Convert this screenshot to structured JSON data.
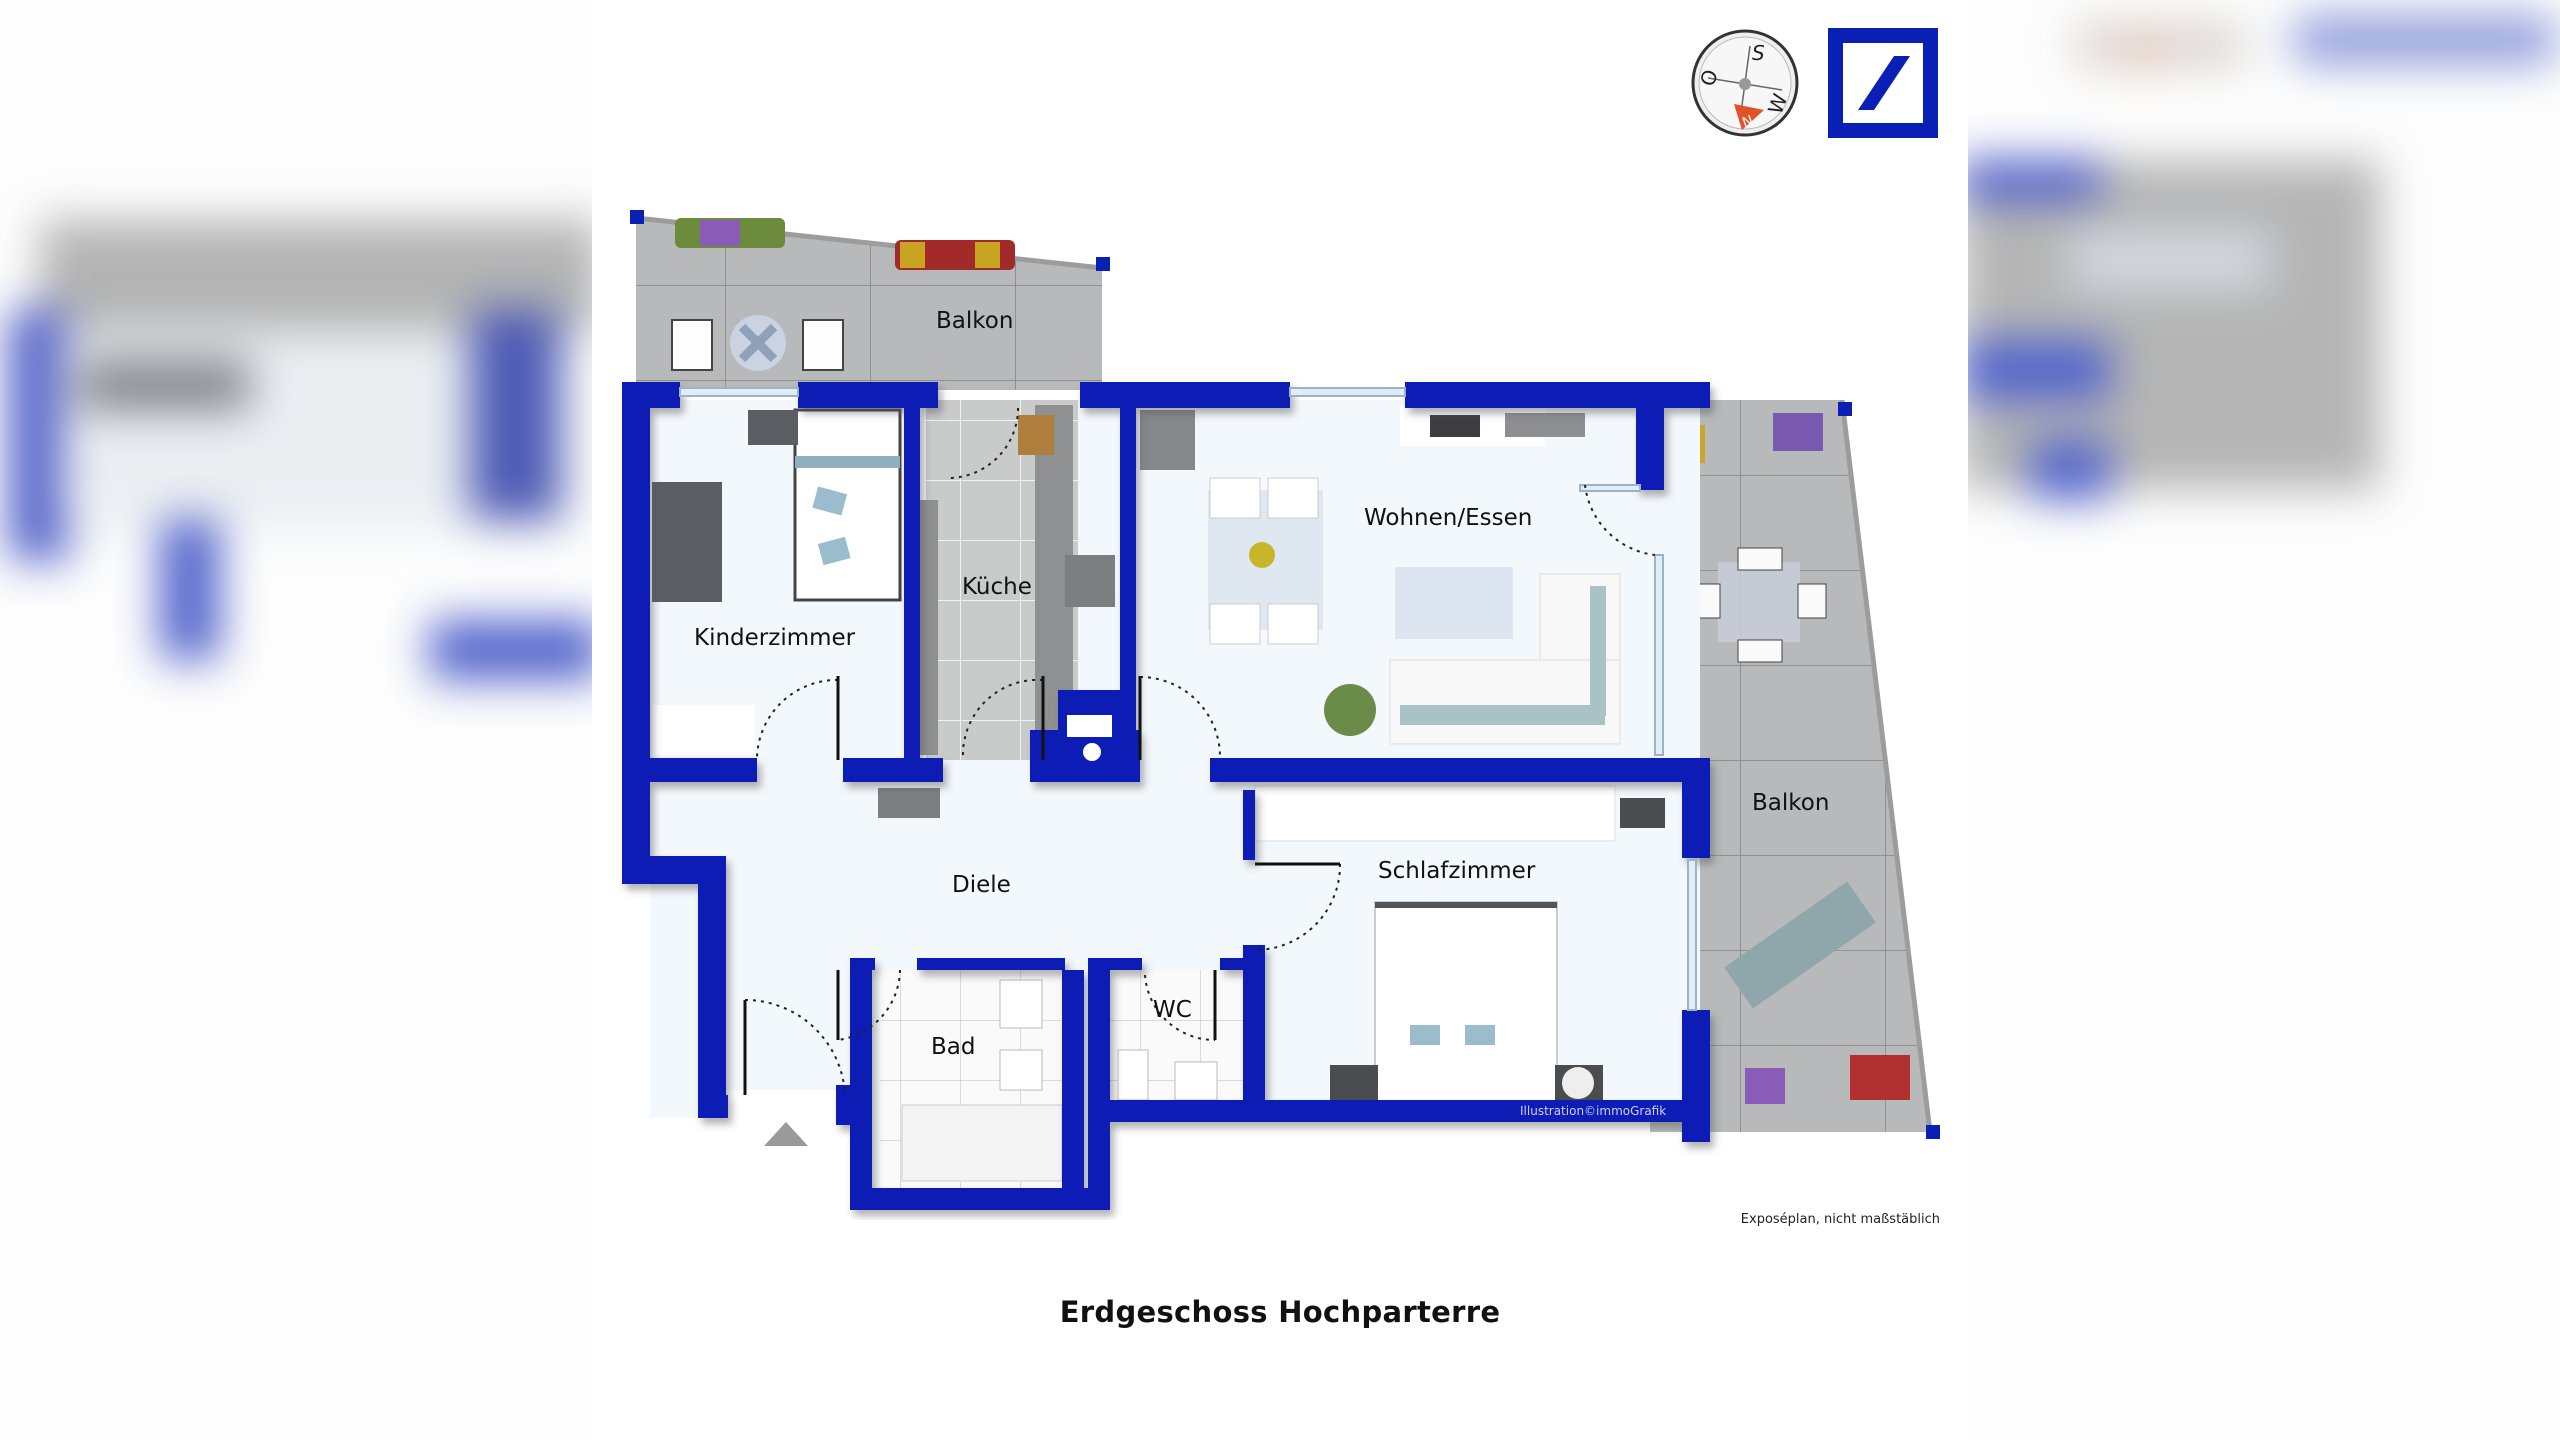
{
  "page": {
    "title": "Erdgeschoss Hochparterre",
    "note": "Exposéplan, nicht maßstäblich",
    "credit": "Illustration©immoGrafik"
  },
  "logos": {
    "compass": {
      "icon": "compass-icon",
      "letters": {
        "north": "N",
        "south": "S",
        "east": "O",
        "west": "W"
      }
    },
    "bank": {
      "icon": "bank-slash-logo-icon"
    }
  },
  "rooms": [
    {
      "id": "balkon-north",
      "label": "Balkon"
    },
    {
      "id": "kinderzimmer",
      "label": "Kinderzimmer"
    },
    {
      "id": "kueche",
      "label": "Küche"
    },
    {
      "id": "wohnen-essen",
      "label": "Wohnen/Essen"
    },
    {
      "id": "balkon-east",
      "label": "Balkon"
    },
    {
      "id": "diele",
      "label": "Diele"
    },
    {
      "id": "schlafzimmer",
      "label": "Schlafzimmer"
    },
    {
      "id": "bad",
      "label": "Bad"
    },
    {
      "id": "wc",
      "label": "WC"
    }
  ],
  "colors": {
    "wall": "#0a1fb4",
    "floor": "#f3f8fc",
    "tile": "#b9babb",
    "kitchen_floor": "#c8c9ca",
    "compass_accent": "#e2522a"
  }
}
